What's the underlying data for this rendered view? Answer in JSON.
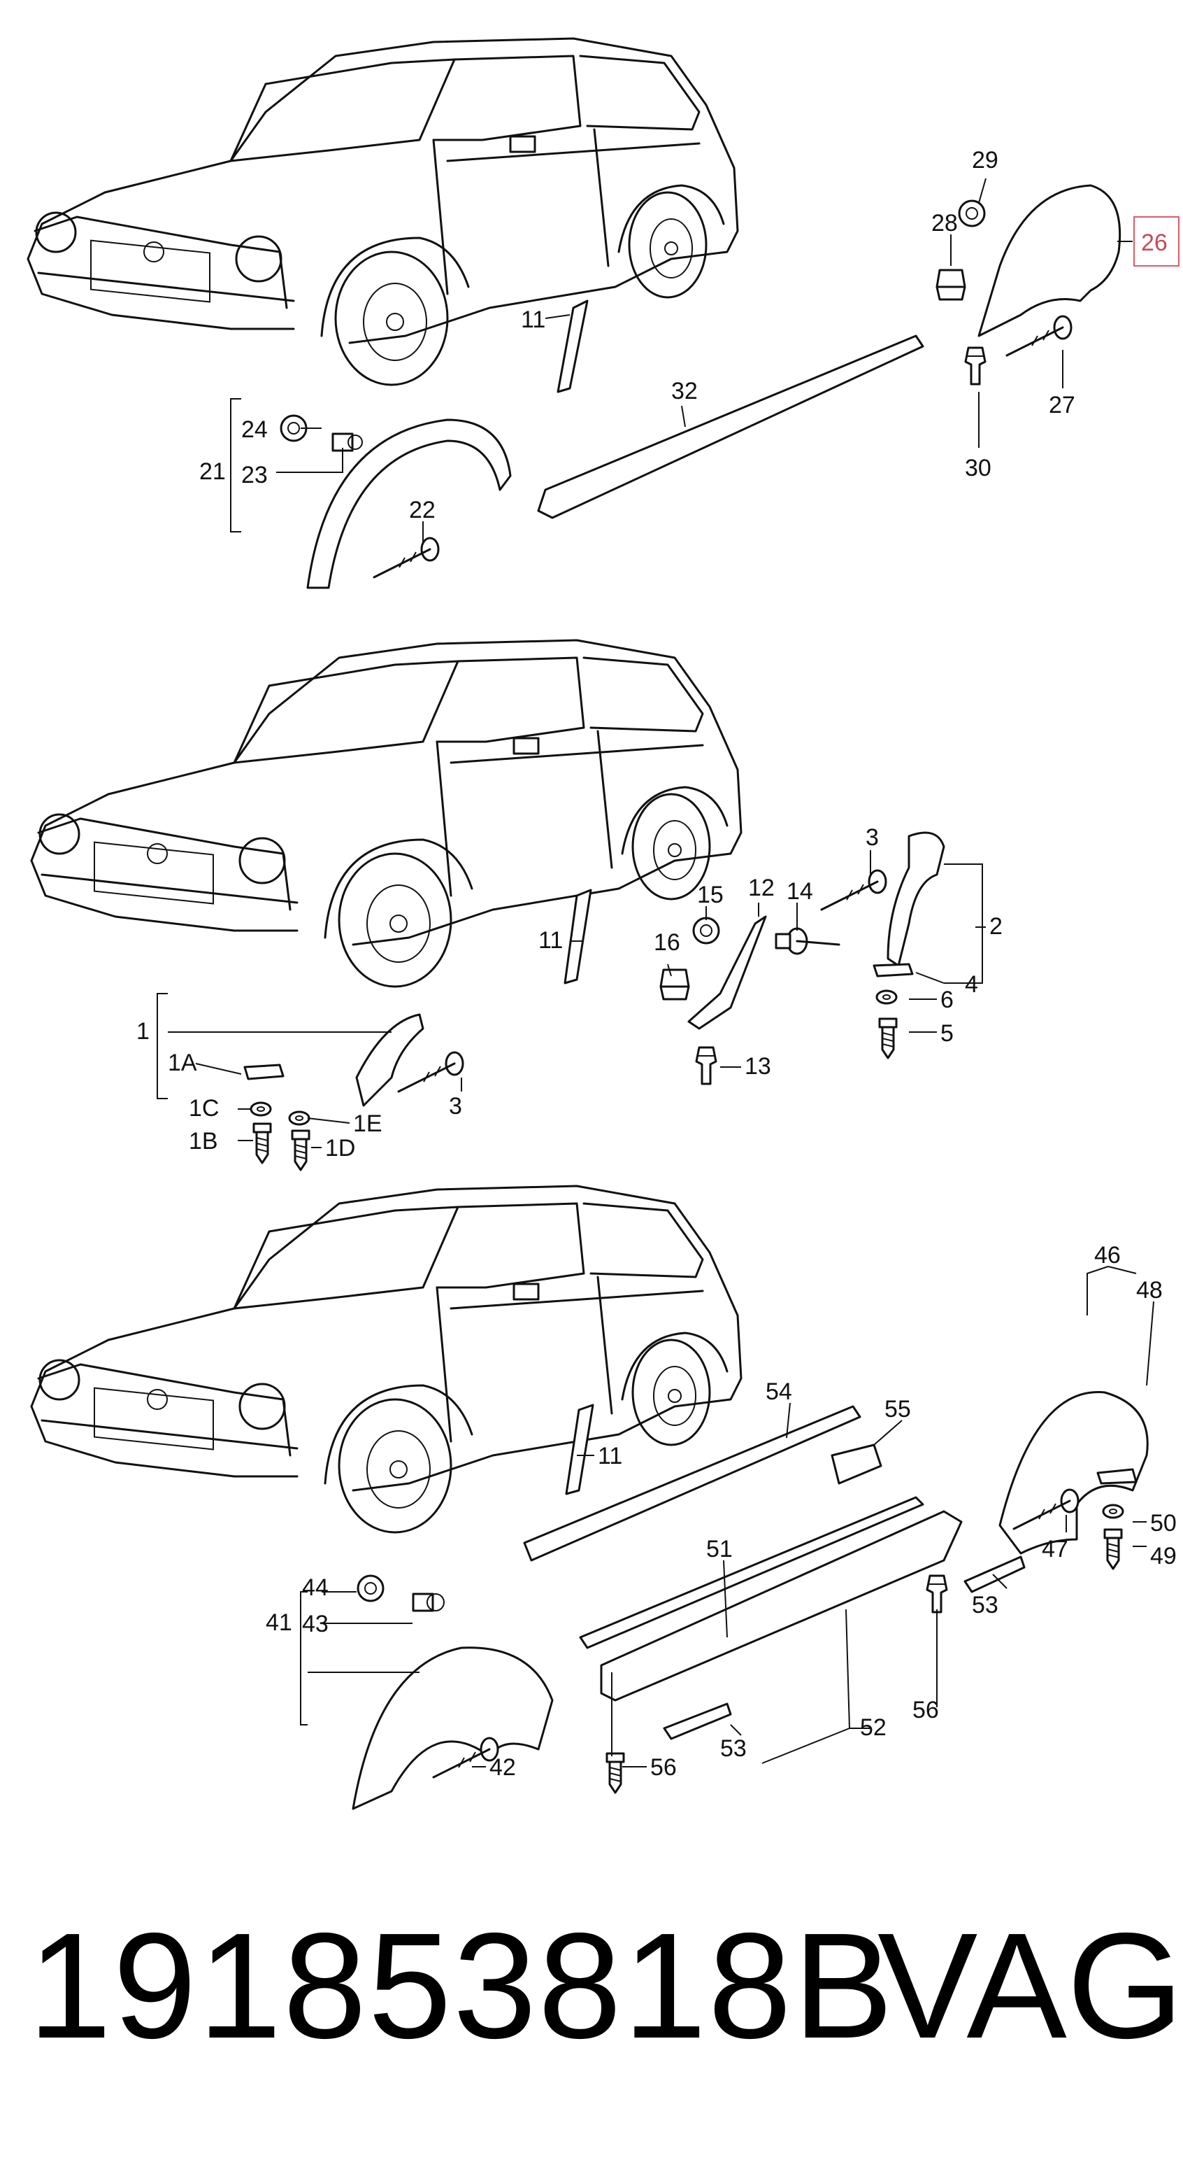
{
  "highlight_color": "#e05a68",
  "footer": {
    "part_number": "191853818B",
    "brand": "VAG"
  },
  "callouts": {
    "top": {
      "c29": "29",
      "c28": "28",
      "c26": "26",
      "c11": "11",
      "c32": "32",
      "c27": "27",
      "c30": "30",
      "c24": "24",
      "c21": "21",
      "c23": "23",
      "c22": "22"
    },
    "middle": {
      "c3a": "3",
      "c12": "12",
      "c14": "14",
      "c15": "15",
      "c2": "2",
      "c11": "11",
      "c16": "16",
      "c4": "4",
      "c6": "6",
      "c5": "5",
      "c1": "1",
      "c1A": "1A",
      "c13": "13",
      "c3b": "3",
      "c1C": "1C",
      "c1E": "1E",
      "c1B": "1B",
      "c1D": "1D"
    },
    "bottom": {
      "c46": "46",
      "c48": "48",
      "c54": "54",
      "c55": "55",
      "c11": "11",
      "c51": "51",
      "c50": "50",
      "c47": "47",
      "c49": "49",
      "c53a": "53",
      "c44": "44",
      "c41": "41",
      "c43": "43",
      "c56a": "56",
      "c52": "52",
      "c42": "42",
      "c56b": "56",
      "c53b": "53"
    }
  }
}
